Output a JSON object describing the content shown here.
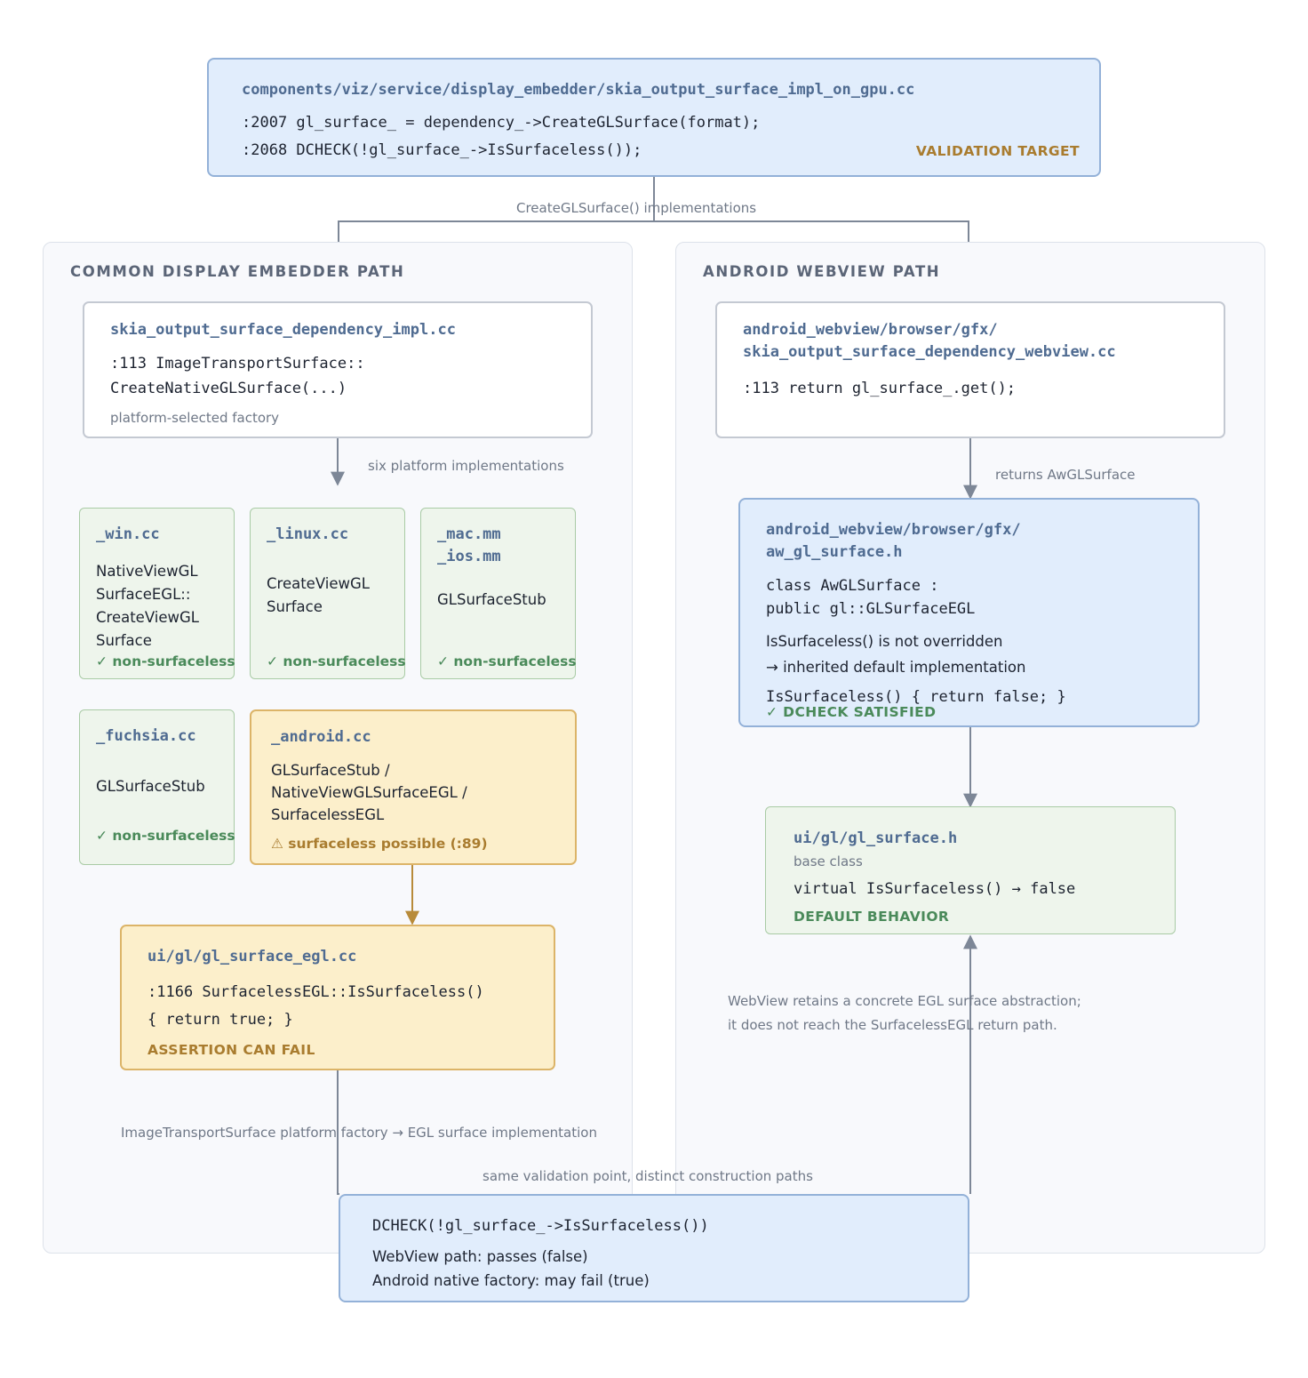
{
  "top": {
    "file": "components/viz/service/display_embedder/skia_output_surface_impl_on_gpu.cc",
    "line1": ":2007 gl_surface_ = dependency_->CreateGLSurface(format);",
    "line2": ":2068 DCHECK(!gl_surface_->IsSurfaceless());",
    "tag": "VALIDATION TARGET"
  },
  "edges": {
    "create_impls": "CreateGLSurface() implementations",
    "six_platform": "six platform implementations",
    "returns_aw": "returns AwGLSurface",
    "factory_note": "ImageTransportSurface platform factory → EGL surface implementation",
    "same_validation": "same validation point, distinct construction paths"
  },
  "left_panel": {
    "title": "COMMON DISPLAY EMBEDDER PATH",
    "dep": {
      "file": "skia_output_surface_dependency_impl.cc",
      "line1": ":113 ImageTransportSurface::",
      "line2": "CreateNativeGLSurface(...)",
      "note": "platform-selected factory"
    },
    "win": {
      "file": "_win.cc",
      "lines": [
        "NativeViewGL",
        "SurfaceEGL::",
        "CreateViewGL",
        "Surface"
      ],
      "status": "✓ non-surfaceless"
    },
    "linux": {
      "file": "_linux.cc",
      "lines": [
        "CreateViewGL",
        "Surface"
      ],
      "status": "✓ non-surfaceless"
    },
    "mac": {
      "file1": "_mac.mm",
      "file2": "_ios.mm",
      "lines": [
        "GLSurfaceStub"
      ],
      "status": "✓ non-surfaceless"
    },
    "fuchsia": {
      "file": "_fuchsia.cc",
      "lines": [
        "GLSurfaceStub"
      ],
      "status": "✓ non-surfaceless"
    },
    "android": {
      "file": "_android.cc",
      "lines": [
        "GLSurfaceStub /",
        "NativeViewGLSurfaceEGL /",
        "SurfacelessEGL"
      ],
      "status": "⚠ surfaceless possible (:89)"
    },
    "egl": {
      "file": "ui/gl/gl_surface_egl.cc",
      "line1": ":1166 SurfacelessEGL::IsSurfaceless()",
      "line2": "{ return true; }",
      "tag": "ASSERTION CAN FAIL"
    }
  },
  "right_panel": {
    "title": "ANDROID WEBVIEW PATH",
    "dep": {
      "file1": "android_webview/browser/gfx/",
      "file2": "skia_output_surface_dependency_webview.cc",
      "line1": ":113 return gl_surface_.get();"
    },
    "aw": {
      "file1": "android_webview/browser/gfx/",
      "file2": "aw_gl_surface.h",
      "code1": "class AwGLSurface :",
      "code2": "public gl::GLSurfaceEGL",
      "text1": "IsSurfaceless() is not overridden",
      "text2": "→ inherited default implementation",
      "code3": "IsSurfaceless() { return false; }",
      "tag": "✓ DCHECK SATISFIED"
    },
    "base": {
      "file": "ui/gl/gl_surface.h",
      "note": "base class",
      "code": "virtual IsSurfaceless() → false",
      "tag": "DEFAULT BEHAVIOR"
    },
    "note1": "WebView retains a concrete EGL surface abstraction;",
    "note2": "it does not reach the SurfacelessEGL return path."
  },
  "bottom": {
    "code": "DCHECK(!gl_surface_->IsSurfaceless())",
    "line1": "WebView path: passes (false)",
    "line2": "Android native factory: may fail (true)"
  },
  "colors": {
    "edge": "#7d8797",
    "edge_warn": "#b88b3a",
    "blue_fill": "#e1edfc",
    "green_fill": "#eef5ec",
    "yellow_fill": "#fcefcb"
  }
}
